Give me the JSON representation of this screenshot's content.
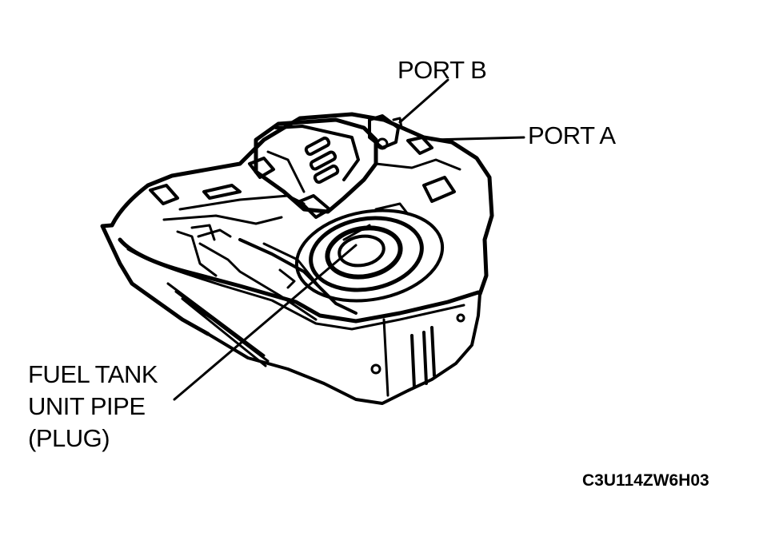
{
  "callouts": {
    "port_b": "PORT B",
    "port_a": "PORT A",
    "unit_pipe": [
      "FUEL TANK",
      "UNIT PIPE",
      "(PLUG)"
    ]
  },
  "figure_code": "C3U114ZW6H03"
}
